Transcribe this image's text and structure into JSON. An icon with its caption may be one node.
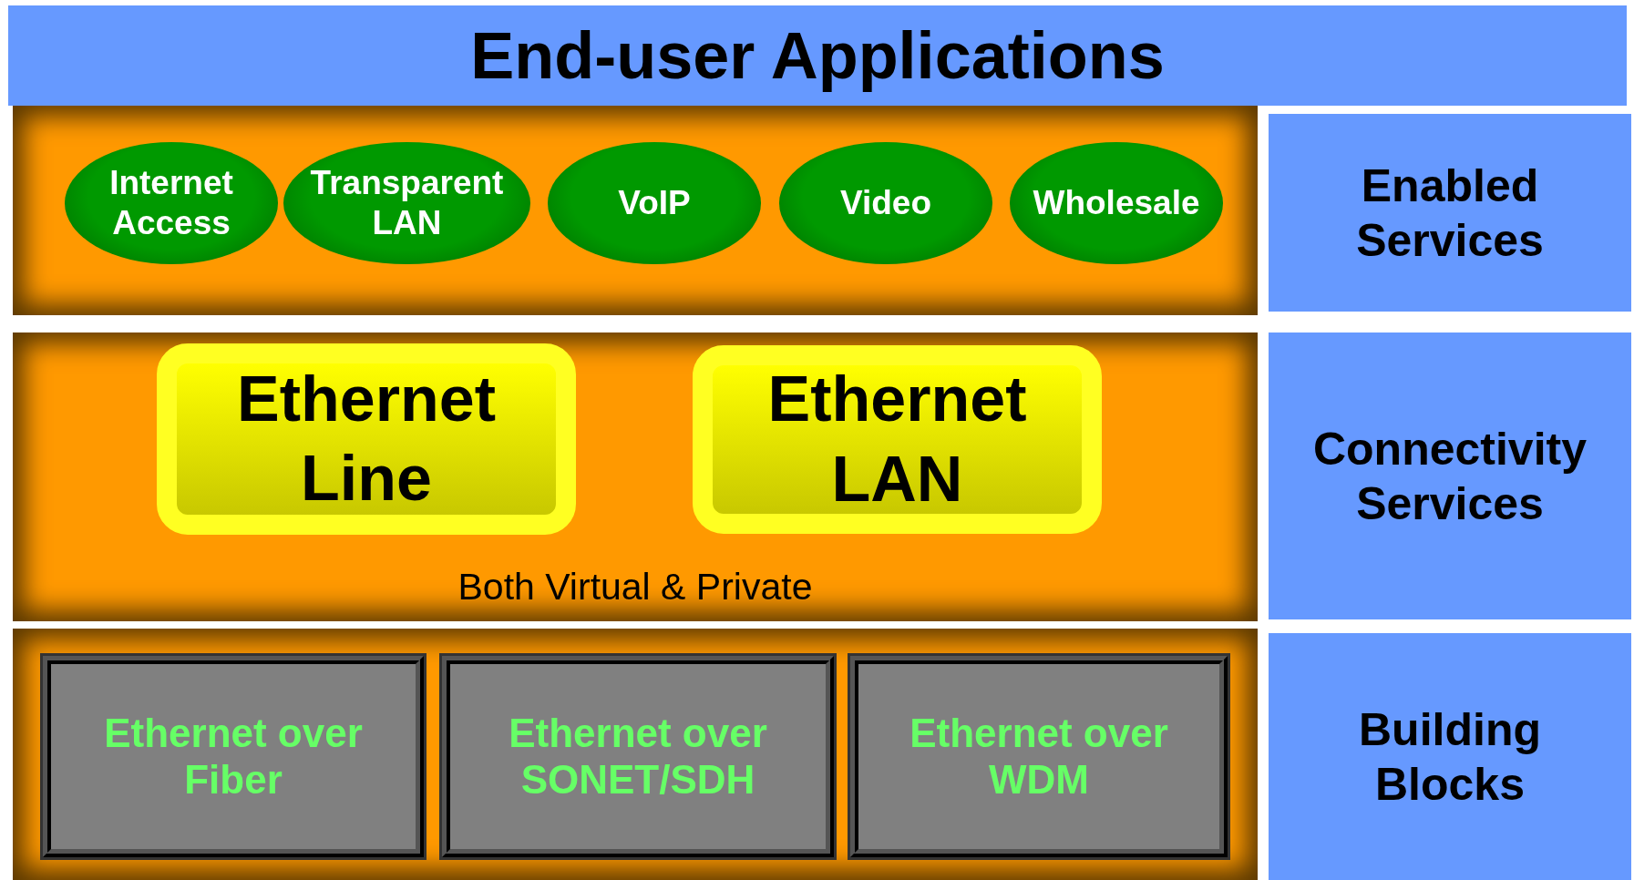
{
  "diagram": {
    "nodes": [
      {
        "text": [
          "End-user Applications"
        ]
      },
      {
        "text": [],
        "shape": "box"
      },
      {
        "text": [
          "Internet Access"
        ],
        "in": 1
      },
      {
        "text": [
          "Transparent LAN"
        ],
        "in": 1
      },
      {
        "text": [
          "VoIP"
        ],
        "in": 1
      },
      {
        "text": [
          "Video"
        ],
        "in": 1
      },
      {
        "text": [
          "Wholesale"
        ],
        "in": 1
      },
      {
        "text": [
          "Enabled Services"
        ]
      },
      {
        "text": [
          "Both Virtual & Private"
        ]
      },
      {
        "text": [
          "Ethernet Line"
        ],
        "in": 8
      },
      {
        "text": [
          "Ethernet LAN"
        ],
        "in": 8
      },
      {
        "text": [
          "Connectivity Services"
        ]
      },
      {
        "text": [],
        "shape": "box"
      },
      {
        "text": [
          "Ethernet over Fiber"
        ],
        "in": 12
      },
      {
        "text": [
          "Ethernet over SONET/SDH"
        ],
        "in": 12
      },
      {
        "text": [
          "Ethernet over WDM"
        ],
        "in": 12
      },
      {
        "text": [
          "Building Blocks"
        ]
      }
    ]
  }
}
